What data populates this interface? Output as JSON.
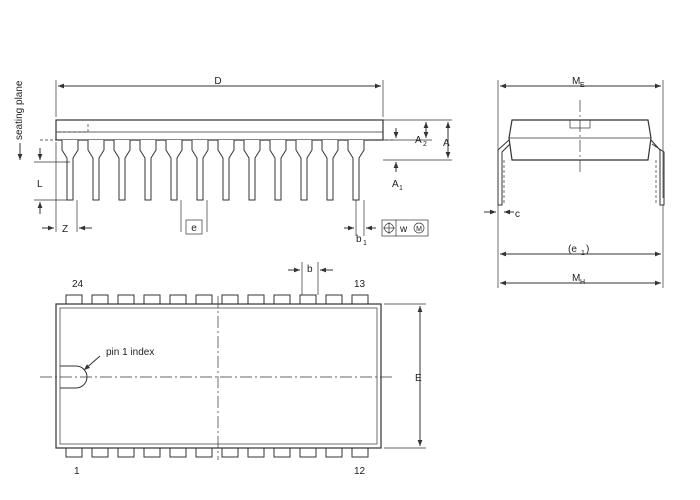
{
  "labels": {
    "seating_plane": "seating plane",
    "D": "D",
    "A": "A",
    "A2": "A",
    "A2_sub": "2",
    "A1": "A",
    "A1_sub": "1",
    "L": "L",
    "Z": "Z",
    "e": "e",
    "b1": "b",
    "b1_sub": "1",
    "w": "w",
    "M_circle": "M",
    "ME": "M",
    "ME_sub": "E",
    "c": "c",
    "e1_open": "(e",
    "e1_sub": "1",
    "e1_close": ")",
    "MH": "M",
    "MH_sub": "H",
    "b": "b",
    "pin1_index": "pin 1 index",
    "E": "E",
    "pin_24": "24",
    "pin_13": "13",
    "pin_1": "1",
    "pin_12": "12"
  },
  "package": {
    "pins_per_side": 12
  }
}
